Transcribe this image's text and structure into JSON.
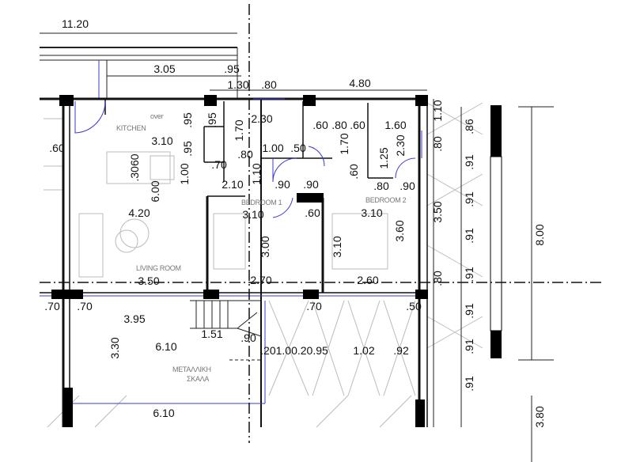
{
  "rooms": {
    "kitchen": "KITCHEN",
    "bedroom1": "BEDROOM 1",
    "bedroom2": "BEDROOM 2",
    "living_room": "LIVING ROOM",
    "stair_line1": "ΜΕΤΑΛΛΙΚΗ",
    "stair_line2": "ΣΚΑΛΑ",
    "oven": "over"
  },
  "dimensions": {
    "top_total": "11.20",
    "top_305": "3.05",
    "top_95": ".95",
    "top_130": "1.30",
    "top_80": ".80",
    "top_480": "4.80",
    "k_95a": ".95",
    "k_95b": ".95",
    "b_170a": "1.70",
    "b_230": "2.30",
    "r_60a": ".60",
    "r_80": ".80",
    "r_60b": ".60",
    "r_160": "1.60",
    "e_110": "1.10",
    "e_86": ".86",
    "e_80": ".80",
    "k_310": "3.10",
    "l_60": ".60",
    "k_95c": ".95",
    "b_100": "1.00",
    "b_50": ".50",
    "b_80": ".80",
    "b_170b": "1.70",
    "b_230b": "2.30",
    "k_3060": ".3060",
    "b_125": "1.25",
    "b_60": ".60",
    "e_91a": ".91",
    "c_70": ".70",
    "c_100": "1.00",
    "c_110": "1.10",
    "c_210": "2.10",
    "c_90a": ".90",
    "c_90b": ".90",
    "c_80": ".80",
    "c_90c": ".90",
    "l_600": "6.00",
    "e_91b": ".91",
    "l_420": "4.20",
    "b1_310": "3.10",
    "b1_60": ".60",
    "b2_310": "3.10",
    "e_350": "3.50",
    "b2_360": "3.60",
    "b1_300": "3.00",
    "b1_310v": "3.10",
    "e_91c": ".91",
    "total_800": "8.00",
    "e_91d": ".91",
    "e_80b": ".80",
    "l_350": "3.50",
    "m_270": "2.70",
    "m_260": "2.60",
    "p_70a": ".70",
    "p_70b": ".70",
    "p_70c": ".70",
    "p_50": ".50",
    "e_91e": ".91",
    "s_395": "3.95",
    "s_151": "1.51",
    "s_90": ".90",
    "s_610": "6.10",
    "s_330": "3.30",
    "g_seq": ".201.00.20.95",
    "g_102": "1.02",
    "g_92": ".92",
    "e_91f": ".91",
    "e_91g": ".91",
    "s_610b": "6.10",
    "total_380": "3.80"
  }
}
